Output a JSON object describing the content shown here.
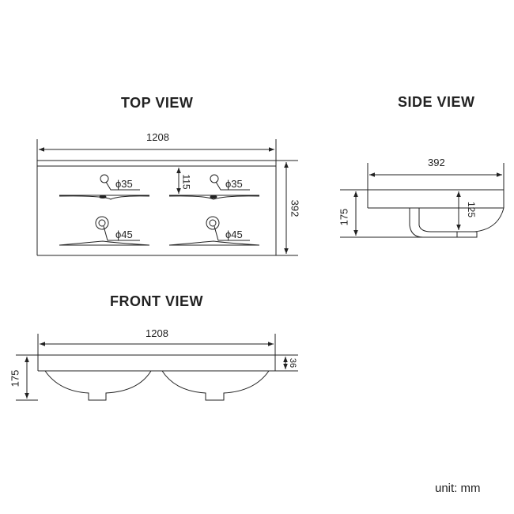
{
  "top_view": {
    "title": "TOP VIEW",
    "width_label": "1208",
    "depth_label": "392",
    "offset_label": "115",
    "holes": [
      {
        "label": "ϕ35"
      },
      {
        "label": "ϕ35"
      },
      {
        "label": "ϕ45"
      },
      {
        "label": "ϕ45"
      }
    ]
  },
  "side_view": {
    "title": "SIDE VIEW",
    "depth_label": "392",
    "height_label": "175",
    "bowl_depth_label": "125"
  },
  "front_view": {
    "title": "FRONT VIEW",
    "width_label": "1208",
    "height_label": "175",
    "rim_label": "36"
  },
  "footer": {
    "unit": "unit: mm"
  },
  "colors": {
    "line": "#222222",
    "background": "#ffffff"
  }
}
